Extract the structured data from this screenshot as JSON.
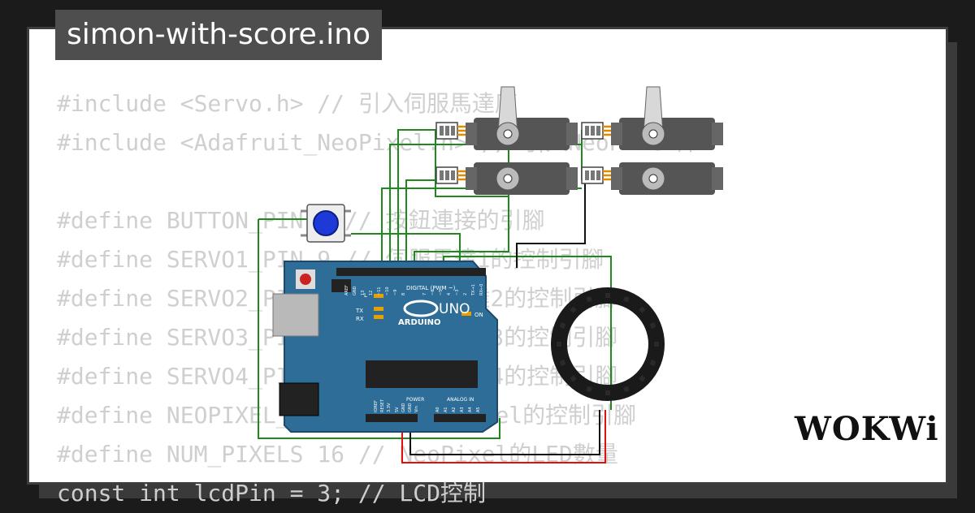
{
  "file": {
    "title": "simon-with-score.ino"
  },
  "code": {
    "lines": [
      "#include <Servo.h> // 引入伺服馬達庫",
      "#include <Adafruit_NeoPixel.h> // 引入NeoPixel庫",
      "",
      "#define BUTTON_PIN 2 // 按鈕連接的引腳",
      "#define SERVO1_PIN 9 // 伺服馬達1的控制引腳",
      "#define SERVO2_PIN 10 // 伺服馬達2的控制引腳",
      "#define SERVO3_PIN 11 // 伺服馬達3的控制引腳",
      "#define SERVO4_PIN 12 // 伺服馬達4的控制引腳",
      "#define NEOPIXEL_PIN 6 // NeoPixel的控制引腳",
      "#define NUM_PIXELS 16 // NeoPixel的LED數量",
      "const int lcdPin = 3; // LCD控制"
    ]
  },
  "board": {
    "model": "UNO",
    "brand": "ARDUINO",
    "digital_label": "DIGITAL (PWM ~)",
    "power_label": "POWER",
    "analog_label": "ANALOG IN",
    "led_l": "L",
    "led_tx": "TX",
    "led_rx": "RX",
    "led_on": "ON",
    "top_pins": [
      "AREF",
      "GND",
      "13",
      "12",
      "~11",
      "~10",
      "~9",
      "8",
      "7",
      "~6",
      "~5",
      "4",
      "~3",
      "2",
      "TX→1",
      "RX←0"
    ],
    "bottom_pins": [
      "IOREF",
      "RESET",
      "3.3V",
      "5V",
      "GND",
      "GND",
      "Vin",
      "A0",
      "A1",
      "A2",
      "A3",
      "A4",
      "A5"
    ]
  },
  "logo": {
    "text": "WOKWi"
  },
  "colors": {
    "board_blue": "#2d6d98",
    "wire_green": "#1e8a1e",
    "wire_black": "#111111",
    "wire_red": "#e01010",
    "button_blue": "#1d39d8",
    "servo_gray": "#4a4a4a"
  }
}
